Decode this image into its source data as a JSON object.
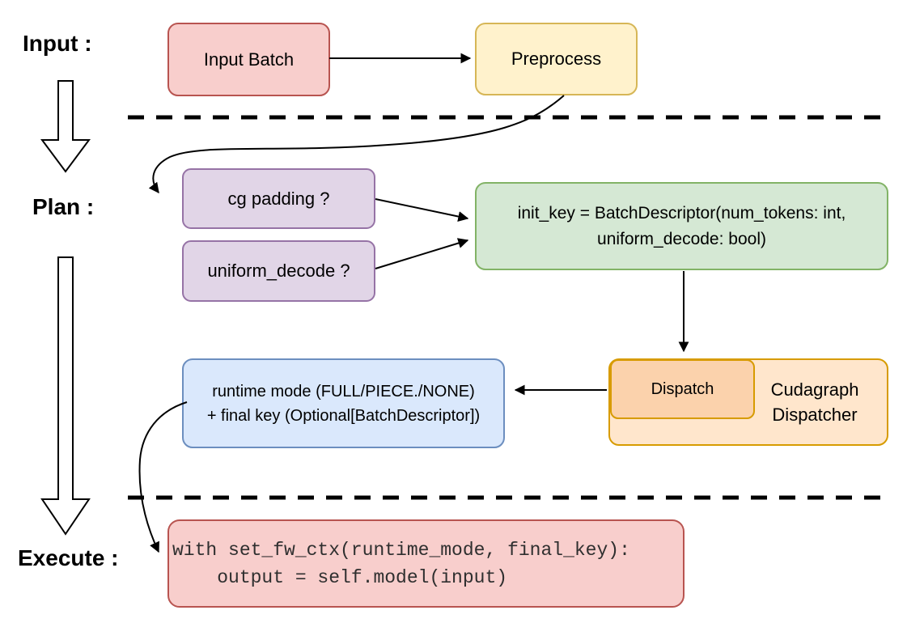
{
  "canvas": {
    "background": "#ffffff",
    "line_color": "#000000"
  },
  "sections": {
    "input": "Input :",
    "plan": "Plan :",
    "execute": "Execute :"
  },
  "nodes": {
    "input_batch": {
      "label": "Input Batch",
      "fill": "#f8cecc",
      "border": "#b85450"
    },
    "preprocess": {
      "label": "Preprocess",
      "fill": "#fff2cc",
      "border": "#d6b656"
    },
    "cg_padding": {
      "label": "cg padding ?",
      "fill": "#e1d5e7",
      "border": "#9673a6"
    },
    "uniform_decode": {
      "label": "uniform_decode ?",
      "fill": "#e1d5e7",
      "border": "#9673a6"
    },
    "init_key": {
      "line1": "init_key = BatchDescriptor(num_tokens: int,",
      "line2": "uniform_decode: bool)",
      "fill": "#d5e8d4",
      "border": "#82b366"
    },
    "runtime_mode": {
      "line1": "runtime mode (FULL/PIECE./NONE)",
      "line2": "+ final key (Optional[BatchDescriptor])",
      "fill": "#dae8fc",
      "border": "#6c8ebf"
    },
    "dispatch": {
      "label": "Dispatch",
      "fill": "#fbd2ac",
      "border": "#d79b00"
    },
    "cudagraph_dispatcher": {
      "label": "Cudagraph Dispatcher",
      "fill": "#ffe6cc",
      "border": "#d79b00"
    },
    "execute_code": {
      "line1": "with set_fw_ctx(runtime_mode, final_key):",
      "line2": "    output = self.model(input)",
      "fill": "#f8cecc",
      "border": "#b85450"
    }
  },
  "edges": [
    {
      "from": "input_batch",
      "to": "preprocess",
      "style": "straight"
    },
    {
      "from": "preprocess",
      "to": "cg_padding",
      "style": "curved"
    },
    {
      "from": "cg_padding",
      "to": "init_key",
      "style": "straight"
    },
    {
      "from": "uniform_decode",
      "to": "init_key",
      "style": "straight"
    },
    {
      "from": "init_key",
      "to": "dispatch",
      "style": "straight"
    },
    {
      "from": "dispatch",
      "to": "runtime_mode",
      "style": "straight"
    },
    {
      "from": "runtime_mode",
      "to": "execute_code",
      "style": "curved"
    }
  ]
}
